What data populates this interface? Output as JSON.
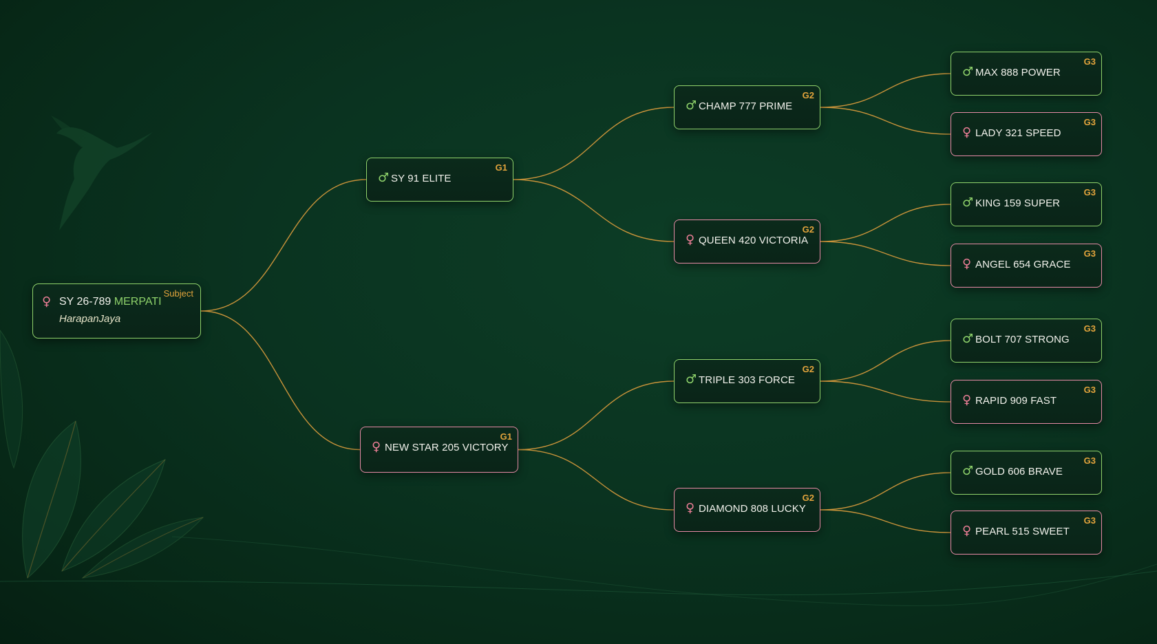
{
  "subject": {
    "sex": "female",
    "id": "SY 26-789",
    "name": "MERPATI",
    "owner": "HarapanJaya",
    "tag": "Subject"
  },
  "nodes": [
    {
      "key": "g1a",
      "sex": "male",
      "name": "SY 91 ELITE",
      "gen": "G1"
    },
    {
      "key": "g1b",
      "sex": "female",
      "name": "NEW STAR 205 VICTORY",
      "gen": "G1"
    },
    {
      "key": "g2a",
      "sex": "male",
      "name": "CHAMP 777 PRIME",
      "gen": "G2"
    },
    {
      "key": "g2b",
      "sex": "female",
      "name": "QUEEN 420 VICTORIA",
      "gen": "G2"
    },
    {
      "key": "g2c",
      "sex": "male",
      "name": "TRIPLE 303 FORCE",
      "gen": "G2"
    },
    {
      "key": "g2d",
      "sex": "female",
      "name": "DIAMOND 808 LUCKY",
      "gen": "G2"
    },
    {
      "key": "g3a",
      "sex": "male",
      "name": "MAX 888 POWER",
      "gen": "G3"
    },
    {
      "key": "g3b",
      "sex": "female",
      "name": "LADY 321 SPEED",
      "gen": "G3"
    },
    {
      "key": "g3c",
      "sex": "male",
      "name": "KING 159 SUPER",
      "gen": "G3"
    },
    {
      "key": "g3d",
      "sex": "female",
      "name": "ANGEL 654 GRACE",
      "gen": "G3"
    },
    {
      "key": "g3e",
      "sex": "male",
      "name": "BOLT 707 STRONG",
      "gen": "G3"
    },
    {
      "key": "g3f",
      "sex": "female",
      "name": "RAPID 909 FAST",
      "gen": "G3"
    },
    {
      "key": "g3g",
      "sex": "male",
      "name": "GOLD 606 BRAVE",
      "gen": "G3"
    },
    {
      "key": "g3h",
      "sex": "female",
      "name": "PEARL 515 SWEET",
      "gen": "G3"
    }
  ],
  "links": [
    [
      "subject",
      "g1a"
    ],
    [
      "subject",
      "g1b"
    ],
    [
      "g1a",
      "g2a"
    ],
    [
      "g1a",
      "g2b"
    ],
    [
      "g1b",
      "g2c"
    ],
    [
      "g1b",
      "g2d"
    ],
    [
      "g2a",
      "g3a"
    ],
    [
      "g2a",
      "g3b"
    ],
    [
      "g2b",
      "g3c"
    ],
    [
      "g2b",
      "g3d"
    ],
    [
      "g2c",
      "g3e"
    ],
    [
      "g2c",
      "g3f"
    ],
    [
      "g2d",
      "g3g"
    ],
    [
      "g2d",
      "g3h"
    ]
  ],
  "symbols": {
    "male": "♂",
    "female": "♀"
  },
  "colors": {
    "male_border": "#8fd36b",
    "female_border": "#e58aa5",
    "generation_label": "#e3a43c",
    "link": "#c9933a",
    "background": "#0a3320"
  }
}
